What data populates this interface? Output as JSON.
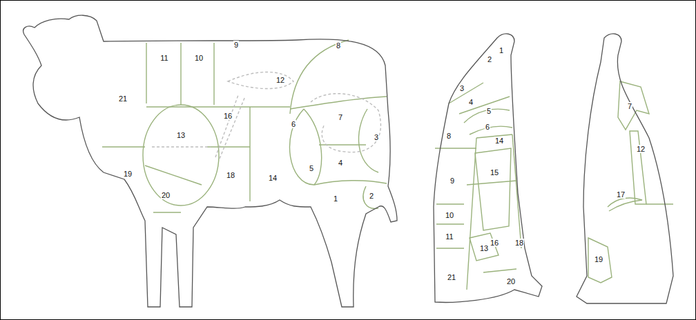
{
  "diagram": {
    "labels": [
      "21",
      "11",
      "10",
      "9",
      "12",
      "8",
      "16",
      "13",
      "7",
      "6",
      "3",
      "5",
      "14",
      "19",
      "18",
      "4",
      "20",
      "1",
      "2",
      "1",
      "2",
      "3",
      "4",
      "5",
      "6",
      "14",
      "8",
      "15",
      "9",
      "10",
      "11",
      "16",
      "18",
      "13",
      "21",
      "20",
      "7",
      "12",
      "17",
      "19"
    ]
  }
}
